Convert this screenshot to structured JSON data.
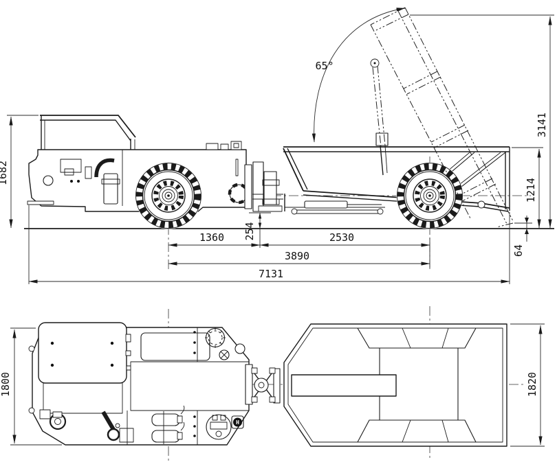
{
  "drawing": {
    "subject": "articulated underground mining dump truck - two view dimensioned drawing",
    "views": {
      "top": "side elevation with dump body shown raised in phantom",
      "bottom": "plan view"
    }
  },
  "side_view": {
    "overall_height": "1682",
    "dump_height": "3141",
    "rear_body_height": "1214",
    "dump_lip_clearance": "64",
    "hitch_ground_clearance": "254",
    "front_axle_to_articulation": "1360",
    "articulation_to_rear_axle": "2530",
    "wheelbase": "3890",
    "overall_length": "7131",
    "dump_angle": "65°"
  },
  "plan_view": {
    "front_body_width": "1800",
    "dump_body_width": "1820",
    "hydraulic_marking": "H"
  }
}
